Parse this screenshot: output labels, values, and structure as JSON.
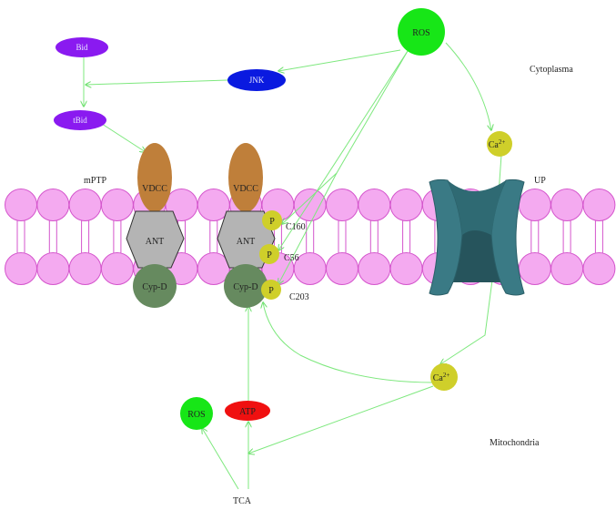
{
  "regions": {
    "cytoplasma": "Cytoplasma",
    "mitochondria": "Mitochondria",
    "mptp": "mPTP",
    "up": "UP"
  },
  "nodes": {
    "ros_top": "ROS",
    "bid": "Bid",
    "jnk": "JNK",
    "tbid": "tBid",
    "ca_upper": "Ca",
    "ca_upper_sup": "2+",
    "ca_lower": "Ca",
    "ca_lower_sup": "2+",
    "ros_bottom": "ROS",
    "atp": "ATP",
    "tca": "TCA"
  },
  "complex_left": {
    "vdcc": "VDCC",
    "ant": "ANT",
    "cypd": "Cyp-D"
  },
  "complex_right": {
    "vdcc": "VDCC",
    "ant": "ANT",
    "cypd": "Cyp-D",
    "phospho": [
      {
        "symbol": "P",
        "site": "C160"
      },
      {
        "symbol": "P",
        "site": "C56"
      },
      {
        "symbol": "P",
        "site": "C203"
      }
    ]
  },
  "colors": {
    "membrane_head": "#f4aaf0",
    "membrane_edge": "#d455cc",
    "arrow": "#7ee87e",
    "ros": "#17e617",
    "bid": "#8a1af0",
    "jnk": "#0a1ae0",
    "ca": "#cfcf2a",
    "atp": "#f01010",
    "vdcc": "#bf7f3a",
    "ant": "#b4b4b4",
    "cypd": "#668a5f",
    "channel": "#3a7a85"
  }
}
